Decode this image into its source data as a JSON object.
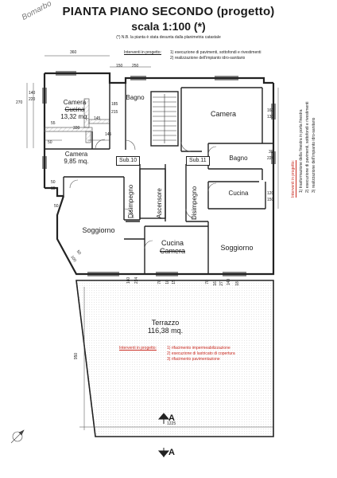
{
  "handwritten_note": "Bomarbo",
  "title": "PIANTA PIANO SECONDO (progetto)",
  "scale": "scala 1:100 (*)",
  "scale_note": "(*) N.B. la pianta è stata desunta dalla planimetria catastale",
  "legend_top": {
    "heading": "Interventi in progetto:",
    "items": [
      "1) esecuzione di pavimenti, sottofondi e rivestimenti",
      "2) realizzazione dell'impianto idro-sanitario"
    ]
  },
  "legend_right": {
    "heading": "Interventi in progetto:",
    "items": [
      "1) trasformazione della finestra in porta finestra",
      "2) esecuzione di pavimenti, sottofondi e rivestimenti",
      "3) realizzazione dell'impianto idro-sanitario"
    ]
  },
  "legend_terrace": {
    "heading": "Interventi in progetto:",
    "items": [
      "1) rifacimento impermeabilizzazione",
      "2) esecuzione di lastricato di copertura",
      "3) rifacimento pavimentazione"
    ]
  },
  "rooms": {
    "camera_1": {
      "name": "Camera",
      "name_struck": "Cucina",
      "area": "13,32 mq."
    },
    "bagno_1": {
      "name": "Bagno"
    },
    "camera_2": {
      "name": "Camera",
      "area": "9,85 mq."
    },
    "camera_3": {
      "name": "Camera"
    },
    "bagno_2": {
      "name": "Bagno"
    },
    "cucina_1": {
      "name": "Cucina"
    },
    "soggiorno_1": {
      "name": "Soggiorno"
    },
    "cucina_2": {
      "name": "Cucina",
      "name_struck": "Camera"
    },
    "soggiorno_2": {
      "name": "Soggiorno"
    },
    "disimpegno_1": {
      "name": "Disimpegno"
    },
    "ascensore": {
      "name": "Ascensore"
    },
    "disimpegno_2": {
      "name": "Disimpegno"
    },
    "terrazzo": {
      "name": "Terrazzo",
      "area": "116,38 mq."
    }
  },
  "subalterns": {
    "sub10": "Sub.10",
    "sub11": "Sub.11"
  },
  "section_marks": {
    "upper": "A",
    "lower": "A"
  },
  "dimensions": {
    "top_left": "360",
    "top_mid_1": "150",
    "top_mid_2": "250",
    "left_1": "140",
    "left_2": "220",
    "left_3": "270",
    "bagno_w": "185",
    "bagno_h": "215",
    "step_1": "55",
    "step_2": "145",
    "step_3": "330",
    "step_4": "145",
    "step_5": "50",
    "right_1": "160",
    "right_2": "130",
    "right_3": "39",
    "right_4": "224",
    "right_5": "120",
    "right_6": "150",
    "left_4": "50",
    "left_5": "15",
    "left_6": "50",
    "diag_1": "100",
    "diag_2": "50",
    "bottom_row": [
      "160",
      "224",
      "70",
      "10",
      "15",
      "70",
      "16",
      "27",
      "140",
      "18"
    ],
    "terrace_width": "1225",
    "terrace_depth": "950"
  }
}
